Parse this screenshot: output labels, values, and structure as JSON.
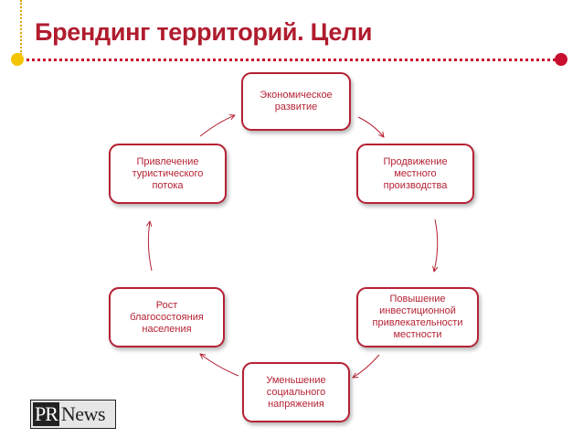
{
  "title": "Брендинг территорий. Цели",
  "nodes": [
    {
      "id": 1,
      "label": "Экономическое\nразвитие"
    },
    {
      "id": 2,
      "label": "Продвижение\nместного\nпроизводства"
    },
    {
      "id": 3,
      "label": "Повышение\nинвестиционной\nпривлекательности\nместности"
    },
    {
      "id": 4,
      "label": "Уменьшение\nсоциального\nнапряжения"
    },
    {
      "id": 5,
      "label": "Рост\nблагосостояния\nнаселения"
    },
    {
      "id": 6,
      "label": "Привлечение\nтуристического\nпотока"
    }
  ],
  "edges": [
    {
      "from": 1,
      "to": 2
    },
    {
      "from": 2,
      "to": 3
    },
    {
      "from": 3,
      "to": 4
    },
    {
      "from": 4,
      "to": 5
    },
    {
      "from": 5,
      "to": 6
    },
    {
      "from": 6,
      "to": 1
    }
  ],
  "logo": {
    "part1": "PR",
    "part2": "News"
  },
  "colors": {
    "accent": "#b52234",
    "title": "#b01c2e",
    "dot_yellow": "#f2c500",
    "dot_red": "#c8102e"
  }
}
